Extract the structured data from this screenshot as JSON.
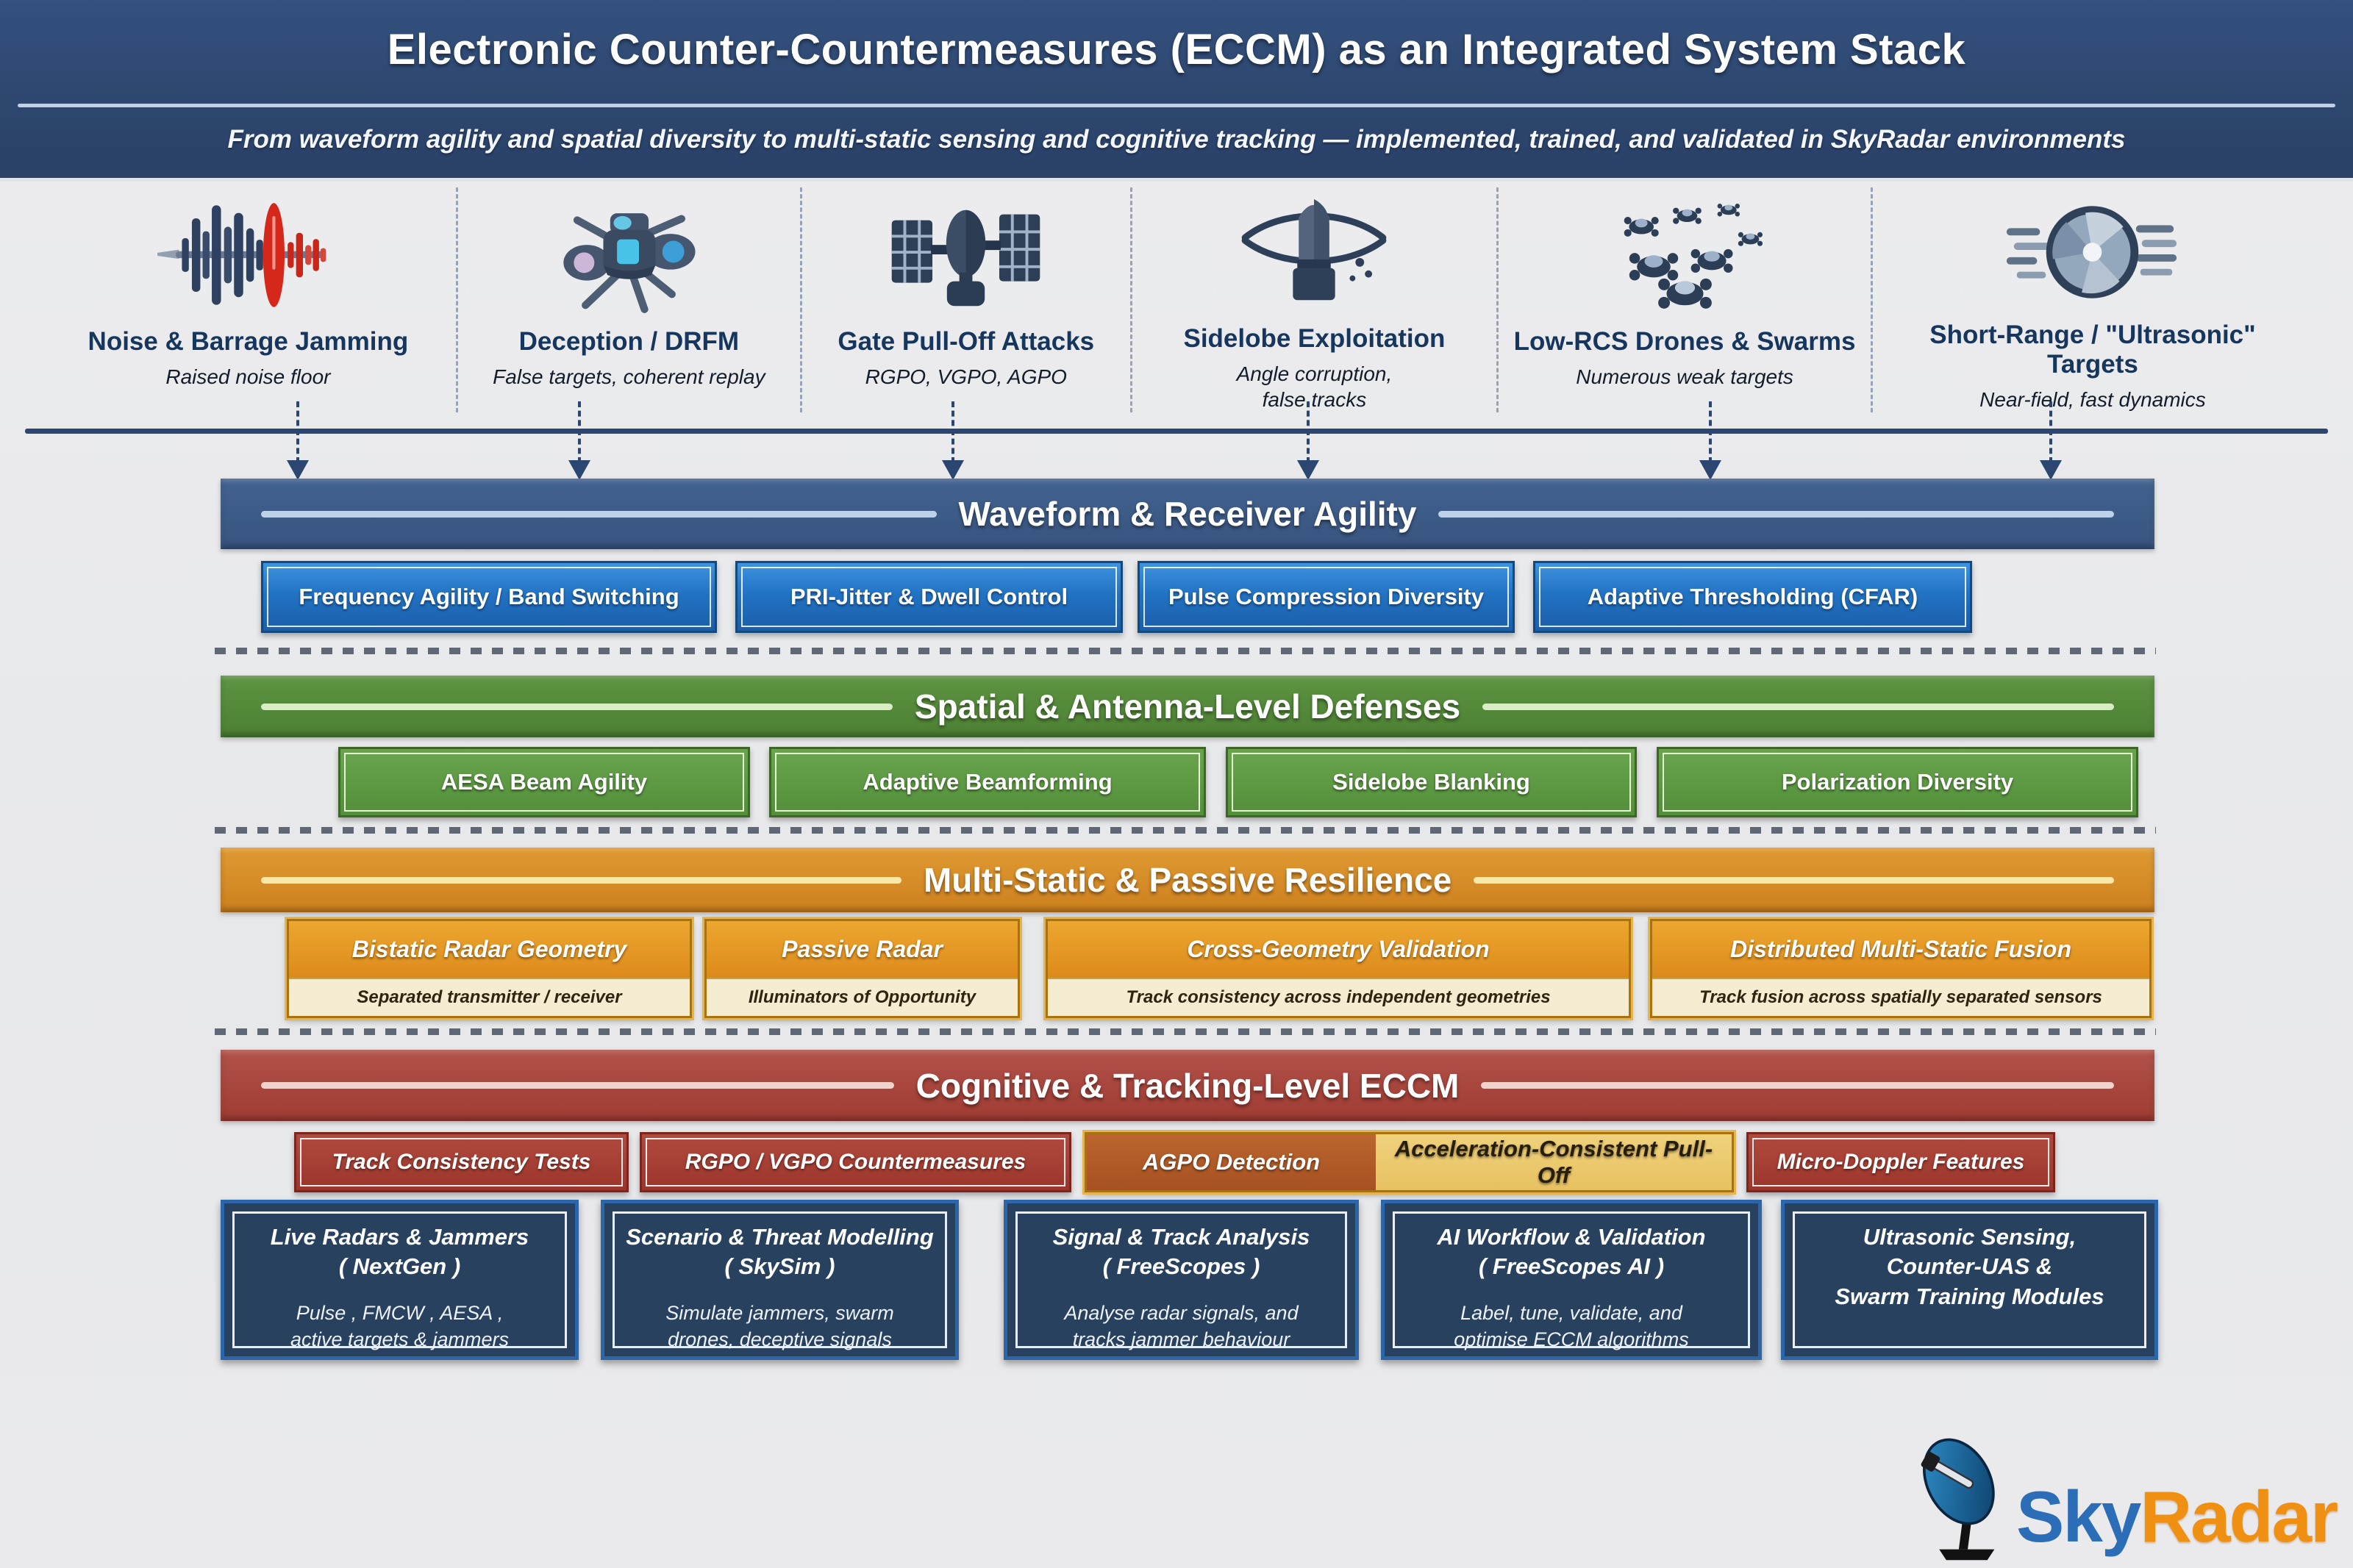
{
  "header": {
    "title": "Electronic Counter-Countermeasures (ECCM) as an Integrated System Stack",
    "subtitle": "From waveform agility and spatial diversity to multi-static sensing and cognitive tracking — implemented, trained, and validated in SkyRadar environments"
  },
  "threats": {
    "items": [
      {
        "icon": "noise-jamming-icon",
        "title": "Noise & Barrage Jamming",
        "subtitle": "Raised noise floor"
      },
      {
        "icon": "deception-drone-icon",
        "title": "Deception / DRFM",
        "subtitle": "False targets, coherent replay"
      },
      {
        "icon": "gate-pull-off-icon",
        "title": "Gate Pull-Off Attacks",
        "subtitle": "RGPO, VGPO, AGPO"
      },
      {
        "icon": "sidelobe-exploitation-icon",
        "title": "Sidelobe Exploitation",
        "subtitle": "Angle corruption,\nfalse tracks"
      },
      {
        "icon": "drone-swarm-icon",
        "title": "Low-RCS Drones & Swarms",
        "subtitle": "Numerous weak targets"
      },
      {
        "icon": "ultrasonic-target-icon",
        "title": "Short-Range / \"Ultrasonic\"\nTargets",
        "subtitle": "Near-field, fast dynamics"
      }
    ]
  },
  "stack": {
    "layers": [
      {
        "title": "Waveform & Receiver Agility",
        "color": "#3c5b88",
        "boxes": [
          {
            "label": "Frequency Agility / Band Switching"
          },
          {
            "label": "PRI-Jitter & Dwell Control"
          },
          {
            "label": "Pulse Compression Diversity"
          },
          {
            "label": "Adaptive Thresholding (CFAR)"
          }
        ]
      },
      {
        "title": "Spatial & Antenna-Level Defenses",
        "color": "#548c3b",
        "boxes": [
          {
            "label": "AESA Beam Agility"
          },
          {
            "label": "Adaptive Beamforming"
          },
          {
            "label": "Sidelobe Blanking"
          },
          {
            "label": "Polarization Diversity"
          }
        ]
      },
      {
        "title": "Multi-Static & Passive Resilience",
        "color": "#d88f2d",
        "boxes": [
          {
            "label": "Bistatic Radar Geometry",
            "sublabel": "Separated transmitter / receiver"
          },
          {
            "label": "Passive Radar",
            "sublabel": "Illuminators of Opportunity"
          },
          {
            "label": "Cross-Geometry Validation",
            "sublabel": "Track consistency across independent geometries"
          },
          {
            "label": "Distributed Multi-Static Fusion",
            "sublabel": "Track fusion across spatially separated sensors"
          }
        ]
      },
      {
        "title": "Cognitive & Tracking-Level ECCM",
        "color": "#a94a40",
        "boxes": [
          {
            "label": "Track Consistency Tests"
          },
          {
            "label": "RGPO / VGPO Countermeasures"
          },
          {
            "label": "AGPO Detection",
            "label_right": "Acceleration-Consistent Pull-Off"
          },
          {
            "label": "Micro-Doppler Features"
          }
        ]
      }
    ]
  },
  "platforms": [
    {
      "title": "Live Radars  & Jammers",
      "subtitle": "( NextGen )",
      "body": "Pulse , FMCW , AESA ,\nactive targets & jammers"
    },
    {
      "title": "Scenario & Threat Modelling",
      "subtitle": "( SkySim )",
      "body": "Simulate jammers, swarm\ndrones, deceptive signals"
    },
    {
      "title": "Signal & Track Analysis",
      "subtitle": "( FreeScopes )",
      "body": "Analyse radar signals, and\ntracks jammer behaviour"
    },
    {
      "title": "AI Workflow & Validation",
      "subtitle": "( FreeScopes AI )",
      "body": "Label, tune, validate, and\noptimise ECCM algorithms"
    },
    {
      "title": "Ultrasonic Sensing,\nCounter-UAS &\nSwarm Training Modules",
      "subtitle": "",
      "body": ""
    }
  ],
  "brand": {
    "sky": "Sky",
    "radar": "Radar"
  },
  "colors": {
    "background": "#e9eaec",
    "header_navy": "#2f4c7c",
    "waveform_layer": "#3c5b88",
    "waveform_box": "#2273c4",
    "spatial_layer": "#548c3b",
    "spatial_box": "#5b9743",
    "multistatic_layer": "#d88f2d",
    "multistatic_box": "#e2941f",
    "multistatic_sub_bg": "#f6ecd2",
    "cognitive_layer": "#a94a40",
    "cognitive_box": "#a33f35",
    "agpo_left": "#b05a28",
    "agpo_right": "#ecc96d",
    "platform_box": "#27415e",
    "platform_border": "#2b65aa",
    "threat_accent_red": "#d6281a",
    "icon_navy": "#2e4059",
    "logo_sky": "#2b6db6",
    "logo_radar": "#ef9012"
  }
}
